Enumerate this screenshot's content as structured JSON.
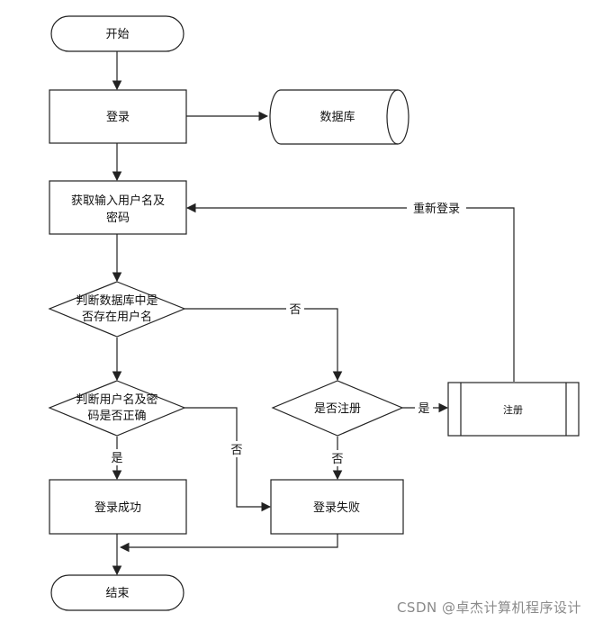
{
  "nodes": {
    "start": "开始",
    "login": "登录",
    "database": "数据库",
    "get_input": [
      "获取输入用户名及",
      "密码"
    ],
    "check_user": [
      "判断数据库中是",
      "否存在用户名"
    ],
    "check_pwd": [
      "判断用户名及密",
      "码是否正确"
    ],
    "registered": "是否注册",
    "register": "注册",
    "success": "登录成功",
    "fail": "登录失败",
    "end": "结束"
  },
  "edges": {
    "relogin": "重新登录",
    "user_no": "否",
    "reg_yes": "是",
    "reg_no": "否",
    "pwd_yes": "是",
    "pwd_no": "否"
  },
  "watermark": "CSDN @卓杰计算机程序设计"
}
